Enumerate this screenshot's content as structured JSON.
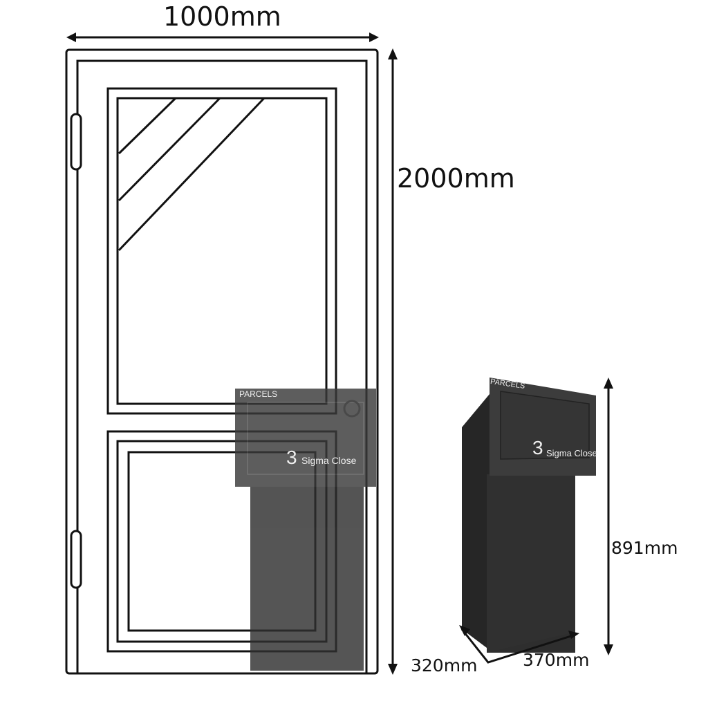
{
  "dimensions": {
    "door_width": "1000mm",
    "door_height": "2000mm",
    "box_height": "891mm",
    "box_depth": "320mm",
    "box_width": "370mm"
  },
  "parcel_box": {
    "label": "PARCELS",
    "house_number": "3",
    "street": "Sigma Close"
  },
  "colors": {
    "line": "#111111",
    "box": "#3a3a3a",
    "box_dark": "#2b2b2b"
  }
}
